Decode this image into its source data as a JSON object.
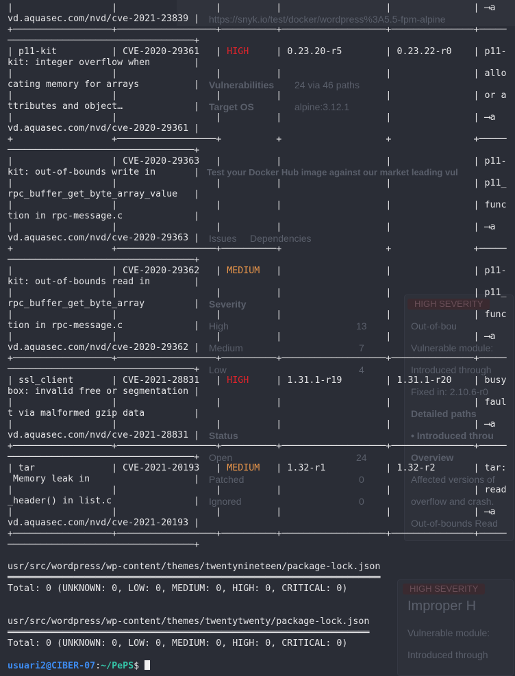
{
  "background": {
    "url": "https://snyk.io/test/docker/wordpress%3A5.5-fpm-alpine",
    "vulnerabilities_label": "Vulnerabilities",
    "vulnerabilities_value": "24 via 46 paths",
    "target_os_label": "Target OS",
    "target_os_value": "alpine:3.12.1",
    "heading": "Test your Docker Hub image against our market leading vul",
    "tabs": [
      "Issues",
      "Dependencies"
    ],
    "severity_title": "Severity",
    "severity": [
      {
        "label": "High",
        "count": "13"
      },
      {
        "label": "Medium",
        "count": "7"
      },
      {
        "label": "Low",
        "count": "4"
      }
    ],
    "status_title": "Status",
    "status": [
      {
        "label": "Open",
        "count": "24"
      },
      {
        "label": "Patched",
        "count": "0"
      },
      {
        "label": "Ignored",
        "count": "0"
      }
    ],
    "card1": {
      "badge": "HIGH SEVERITY",
      "title": "Out-of-bou",
      "module": "Vulnerable module:",
      "introduced": "Introduced through",
      "fixed": "Fixed in: 2.10.6-r0",
      "paths": "Detailed paths",
      "path_item": "• Introduced throu",
      "overview": "Overview",
      "text1": "Affected versions of",
      "text2": "overflow and crash.",
      "footer": "Out-of-bounds Read"
    },
    "card2": {
      "badge": "HIGH SEVERITY",
      "title": "Improper H",
      "module": "Vulnerable module:",
      "introduced": "Introduced through"
    }
  },
  "colors": {
    "high": "#e0242b",
    "medium": "#e8954a",
    "prompt_user": "#3d8bf0",
    "prompt_path": "#35c4a8"
  },
  "terminal": {
    "lines": [
      {
        "type": "row",
        "cells": [
          "",
          "",
          "",
          "",
          "",
          "⟶a"
        ]
      },
      {
        "type": "cont",
        "text": "vd.aquasec.com/nvd/cve-2021-23839"
      },
      {
        "type": "sep",
        "mask": [
          1,
          1,
          1,
          1,
          1,
          1
        ]
      },
      {
        "type": "sepcont"
      },
      {
        "type": "row",
        "cells": [
          "p11-kit",
          "CVE-2020-29361",
          "HIGH",
          "0.23.20-r5",
          "0.23.22-r0",
          "p11-"
        ],
        "severity": "high"
      },
      {
        "type": "cont",
        "text": "kit: integer overflow when"
      },
      {
        "type": "row",
        "cells": [
          "",
          "",
          "",
          "",
          "",
          "allo"
        ]
      },
      {
        "type": "cont",
        "text": "cating memory for arrays"
      },
      {
        "type": "row",
        "cells": [
          "",
          "",
          "",
          "",
          "",
          "or a"
        ]
      },
      {
        "type": "cont",
        "text": "ttributes and object…"
      },
      {
        "type": "row",
        "cells": [
          "",
          "",
          "",
          "",
          "",
          "⟶a"
        ]
      },
      {
        "type": "cont",
        "text": "vd.aquasec.com/nvd/cve-2020-29361"
      },
      {
        "type": "sep",
        "mask": [
          0,
          1,
          0,
          0,
          0,
          1
        ]
      },
      {
        "type": "sepcont"
      },
      {
        "type": "row",
        "cells": [
          "",
          "CVE-2020-29363",
          "",
          "",
          "",
          "p11-"
        ]
      },
      {
        "type": "cont",
        "text": "kit: out-of-bounds write in"
      },
      {
        "type": "row",
        "cells": [
          "",
          "",
          "",
          "",
          "",
          "p11_"
        ]
      },
      {
        "type": "cont",
        "text": "rpc_buffer_get_byte_array_value"
      },
      {
        "type": "row",
        "cells": [
          "",
          "",
          "",
          "",
          "",
          "func"
        ]
      },
      {
        "type": "cont",
        "text": "tion in rpc-message.c"
      },
      {
        "type": "row",
        "cells": [
          "",
          "",
          "",
          "",
          "",
          "⟶a"
        ]
      },
      {
        "type": "cont",
        "text": "vd.aquasec.com/nvd/cve-2020-29363"
      },
      {
        "type": "sep",
        "mask": [
          0,
          1,
          1,
          0,
          0,
          1
        ]
      },
      {
        "type": "sepcont"
      },
      {
        "type": "row",
        "cells": [
          "",
          "CVE-2020-29362",
          "MEDIUM",
          "",
          "",
          "p11-"
        ],
        "severity": "medium"
      },
      {
        "type": "cont",
        "text": "kit: out-of-bounds read in"
      },
      {
        "type": "row",
        "cells": [
          "",
          "",
          "",
          "",
          "",
          "p11_"
        ]
      },
      {
        "type": "cont",
        "text": "rpc_buffer_get_byte_array"
      },
      {
        "type": "row",
        "cells": [
          "",
          "",
          "",
          "",
          "",
          "func"
        ]
      },
      {
        "type": "cont",
        "text": "tion in rpc-message.c"
      },
      {
        "type": "row",
        "cells": [
          "",
          "",
          "",
          "",
          "",
          "⟶a"
        ]
      },
      {
        "type": "cont",
        "text": "vd.aquasec.com/nvd/cve-2020-29362"
      },
      {
        "type": "sep",
        "mask": [
          1,
          1,
          1,
          1,
          1,
          1
        ]
      },
      {
        "type": "sepcont"
      },
      {
        "type": "row",
        "cells": [
          "ssl_client",
          "CVE-2021-28831",
          "HIGH",
          "1.31.1-r19",
          "1.31.1-r20",
          "busy"
        ],
        "severity": "high"
      },
      {
        "type": "cont",
        "text": "box: invalid free or segmentation"
      },
      {
        "type": "row",
        "cells": [
          "",
          "",
          "",
          "",
          "",
          "faul"
        ]
      },
      {
        "type": "cont",
        "text": "t via malformed gzip data"
      },
      {
        "type": "row",
        "cells": [
          "",
          "",
          "",
          "",
          "",
          "⟶a"
        ]
      },
      {
        "type": "cont",
        "text": "vd.aquasec.com/nvd/cve-2021-28831"
      },
      {
        "type": "sep",
        "mask": [
          1,
          1,
          1,
          1,
          1,
          1
        ]
      },
      {
        "type": "sepcont"
      },
      {
        "type": "row",
        "cells": [
          "tar",
          "CVE-2021-20193",
          "MEDIUM",
          "1.32-r1",
          "1.32-r2",
          "tar:"
        ],
        "severity": "medium"
      },
      {
        "type": "cont",
        "text": " Memory leak in"
      },
      {
        "type": "row",
        "cells": [
          "",
          "",
          "",
          "",
          "",
          "read"
        ]
      },
      {
        "type": "cont",
        "text": "_header() in list.c"
      },
      {
        "type": "row",
        "cells": [
          "",
          "",
          "",
          "",
          "",
          "⟶a"
        ]
      },
      {
        "type": "cont",
        "text": "vd.aquasec.com/nvd/cve-2021-20193"
      },
      {
        "type": "sep",
        "mask": [
          1,
          1,
          1,
          1,
          1,
          1
        ]
      },
      {
        "type": "sepcont"
      },
      {
        "type": "blank"
      },
      {
        "type": "text",
        "text": "usr/src/wordpress/wp-content/themes/twentynineteen/package-lock.json"
      },
      {
        "type": "underline",
        "length": 68
      },
      {
        "type": "text",
        "text": "Total: 0 (UNKNOWN: 0, LOW: 0, MEDIUM: 0, HIGH: 0, CRITICAL: 0)"
      },
      {
        "type": "blank"
      },
      {
        "type": "blank"
      },
      {
        "type": "text",
        "text": "usr/src/wordpress/wp-content/themes/twentytwenty/package-lock.json"
      },
      {
        "type": "underline",
        "length": 66
      },
      {
        "type": "text",
        "text": "Total: 0 (UNKNOWN: 0, LOW: 0, MEDIUM: 0, HIGH: 0, CRITICAL: 0)"
      },
      {
        "type": "blank"
      },
      {
        "type": "prompt",
        "user": "usuari2@CIBER-07",
        "sep": ":",
        "path": "~/PePS",
        "symbol": "$ "
      }
    ]
  }
}
